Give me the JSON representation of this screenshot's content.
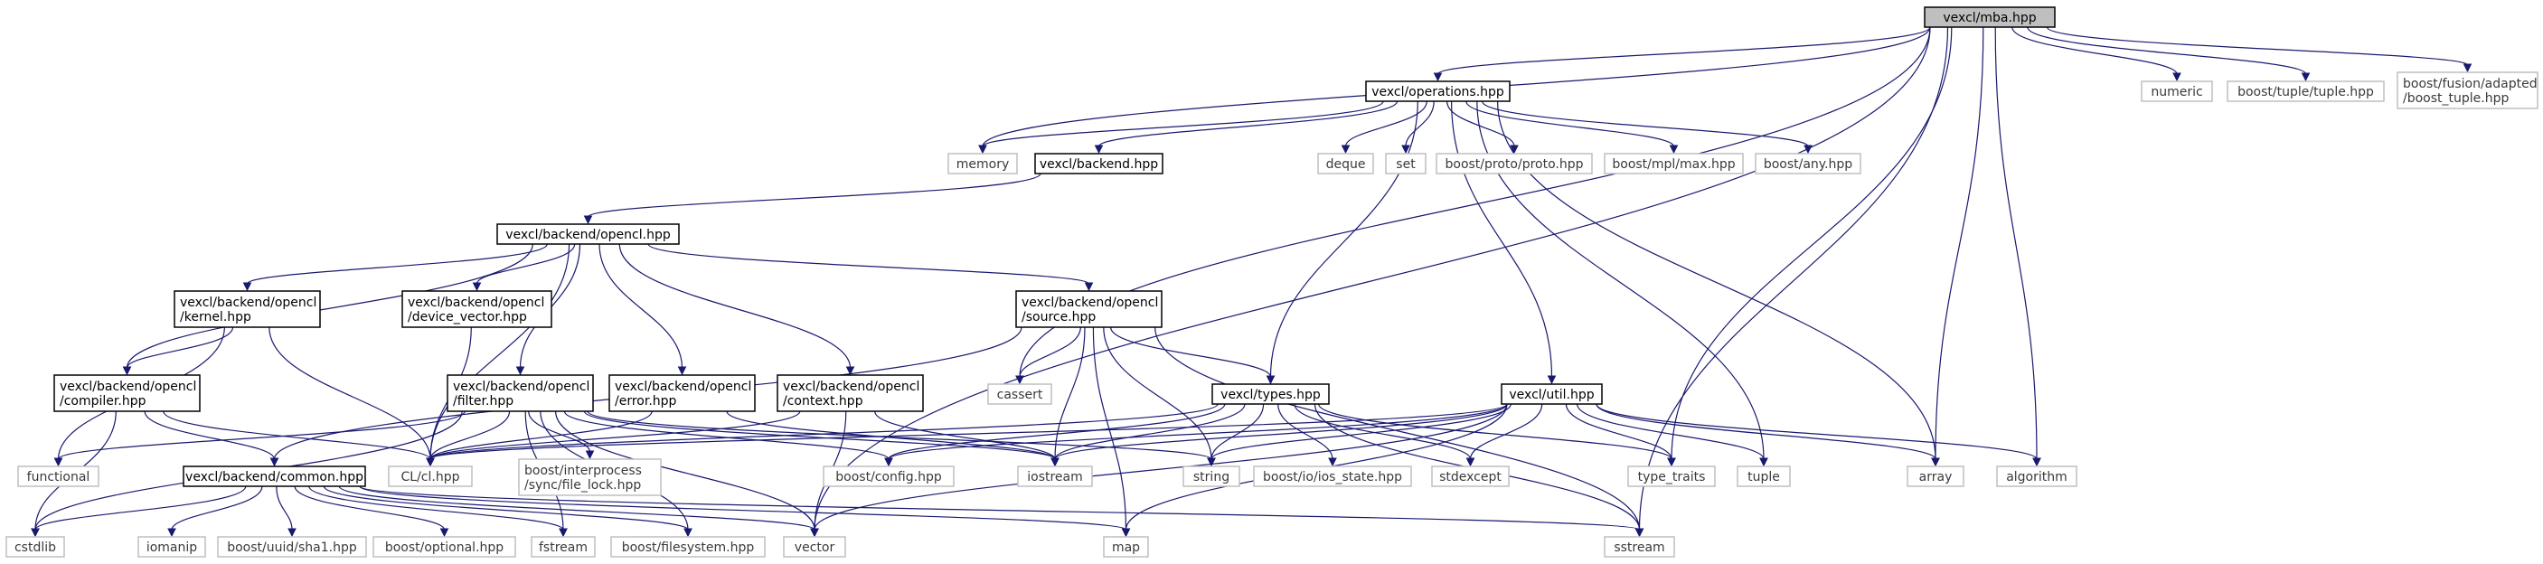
{
  "graph": {
    "nodes": [
      {
        "id": "mba",
        "lines": [
          "vexcl/mba.hpp"
        ],
        "style": "root"
      },
      {
        "id": "operations",
        "lines": [
          "vexcl/operations.hpp"
        ],
        "style": "dark"
      },
      {
        "id": "numeric",
        "lines": [
          "numeric"
        ],
        "style": "light"
      },
      {
        "id": "tuple_hpp",
        "lines": [
          "boost/tuple/tuple.hpp"
        ],
        "style": "light"
      },
      {
        "id": "fusion_tuple",
        "lines": [
          "boost/fusion/adapted",
          "/boost_tuple.hpp"
        ],
        "style": "light"
      },
      {
        "id": "memory",
        "lines": [
          "memory"
        ],
        "style": "light"
      },
      {
        "id": "backend",
        "lines": [
          "vexcl/backend.hpp"
        ],
        "style": "dark"
      },
      {
        "id": "deque",
        "lines": [
          "deque"
        ],
        "style": "light"
      },
      {
        "id": "set",
        "lines": [
          "set"
        ],
        "style": "light"
      },
      {
        "id": "proto",
        "lines": [
          "boost/proto/proto.hpp"
        ],
        "style": "light"
      },
      {
        "id": "mpl_max",
        "lines": [
          "boost/mpl/max.hpp"
        ],
        "style": "light"
      },
      {
        "id": "any",
        "lines": [
          "boost/any.hpp"
        ],
        "style": "light"
      },
      {
        "id": "opencl",
        "lines": [
          "vexcl/backend/opencl.hpp"
        ],
        "style": "dark"
      },
      {
        "id": "kernel",
        "lines": [
          "vexcl/backend/opencl",
          "/kernel.hpp"
        ],
        "style": "dark"
      },
      {
        "id": "device_vector",
        "lines": [
          "vexcl/backend/opencl",
          "/device_vector.hpp"
        ],
        "style": "dark"
      },
      {
        "id": "source",
        "lines": [
          "vexcl/backend/opencl",
          "/source.hpp"
        ],
        "style": "dark"
      },
      {
        "id": "compiler",
        "lines": [
          "vexcl/backend/opencl",
          "/compiler.hpp"
        ],
        "style": "dark"
      },
      {
        "id": "filter",
        "lines": [
          "vexcl/backend/opencl",
          "/filter.hpp"
        ],
        "style": "dark"
      },
      {
        "id": "error",
        "lines": [
          "vexcl/backend/opencl",
          "/error.hpp"
        ],
        "style": "dark"
      },
      {
        "id": "context",
        "lines": [
          "vexcl/backend/opencl",
          "/context.hpp"
        ],
        "style": "dark"
      },
      {
        "id": "cassert",
        "lines": [
          "cassert"
        ],
        "style": "light"
      },
      {
        "id": "types",
        "lines": [
          "vexcl/types.hpp"
        ],
        "style": "dark"
      },
      {
        "id": "util",
        "lines": [
          "vexcl/util.hpp"
        ],
        "style": "dark"
      },
      {
        "id": "functional",
        "lines": [
          "functional"
        ],
        "style": "light"
      },
      {
        "id": "common",
        "lines": [
          "vexcl/backend/common.hpp"
        ],
        "style": "dark"
      },
      {
        "id": "cl_hpp",
        "lines": [
          "CL/cl.hpp"
        ],
        "style": "light"
      },
      {
        "id": "interprocess",
        "lines": [
          "boost/interprocess",
          "/sync/file_lock.hpp"
        ],
        "style": "light"
      },
      {
        "id": "config",
        "lines": [
          "boost/config.hpp"
        ],
        "style": "light"
      },
      {
        "id": "iostream",
        "lines": [
          "iostream"
        ],
        "style": "light"
      },
      {
        "id": "string",
        "lines": [
          "string"
        ],
        "style": "light"
      },
      {
        "id": "ios_state",
        "lines": [
          "boost/io/ios_state.hpp"
        ],
        "style": "light"
      },
      {
        "id": "stdexcept",
        "lines": [
          "stdexcept"
        ],
        "style": "light"
      },
      {
        "id": "type_traits",
        "lines": [
          "type_traits"
        ],
        "style": "light"
      },
      {
        "id": "tuple",
        "lines": [
          "tuple"
        ],
        "style": "light"
      },
      {
        "id": "array",
        "lines": [
          "array"
        ],
        "style": "light"
      },
      {
        "id": "algorithm",
        "lines": [
          "algorithm"
        ],
        "style": "light"
      },
      {
        "id": "cstdlib",
        "lines": [
          "cstdlib"
        ],
        "style": "light"
      },
      {
        "id": "iomanip",
        "lines": [
          "iomanip"
        ],
        "style": "light"
      },
      {
        "id": "sha1",
        "lines": [
          "boost/uuid/sha1.hpp"
        ],
        "style": "light"
      },
      {
        "id": "optional",
        "lines": [
          "boost/optional.hpp"
        ],
        "style": "light"
      },
      {
        "id": "fstream",
        "lines": [
          "fstream"
        ],
        "style": "light"
      },
      {
        "id": "filesystem",
        "lines": [
          "boost/filesystem.hpp"
        ],
        "style": "light"
      },
      {
        "id": "vector",
        "lines": [
          "vector"
        ],
        "style": "light"
      },
      {
        "id": "map",
        "lines": [
          "map"
        ],
        "style": "light"
      },
      {
        "id": "sstream",
        "lines": [
          "sstream"
        ],
        "style": "light"
      }
    ],
    "edges": [
      {
        "from": "mba",
        "to": "operations"
      },
      {
        "from": "mba",
        "to": "numeric"
      },
      {
        "from": "mba",
        "to": "tuple_hpp"
      },
      {
        "from": "mba",
        "to": "fusion_tuple"
      },
      {
        "from": "mba",
        "to": "memory"
      },
      {
        "from": "mba",
        "to": "cassert"
      },
      {
        "from": "mba",
        "to": "vector"
      },
      {
        "from": "mba",
        "to": "type_traits"
      },
      {
        "from": "mba",
        "to": "array"
      },
      {
        "from": "mba",
        "to": "algorithm"
      },
      {
        "from": "mba",
        "to": "sstream"
      },
      {
        "from": "operations",
        "to": "memory"
      },
      {
        "from": "operations",
        "to": "backend"
      },
      {
        "from": "operations",
        "to": "deque"
      },
      {
        "from": "operations",
        "to": "set"
      },
      {
        "from": "operations",
        "to": "proto"
      },
      {
        "from": "operations",
        "to": "mpl_max"
      },
      {
        "from": "operations",
        "to": "any"
      },
      {
        "from": "operations",
        "to": "types"
      },
      {
        "from": "operations",
        "to": "util"
      },
      {
        "from": "operations",
        "to": "tuple"
      },
      {
        "from": "operations",
        "to": "array"
      },
      {
        "from": "backend",
        "to": "opencl"
      },
      {
        "from": "opencl",
        "to": "kernel"
      },
      {
        "from": "opencl",
        "to": "device_vector"
      },
      {
        "from": "opencl",
        "to": "source"
      },
      {
        "from": "opencl",
        "to": "compiler"
      },
      {
        "from": "opencl",
        "to": "filter"
      },
      {
        "from": "opencl",
        "to": "error"
      },
      {
        "from": "opencl",
        "to": "context"
      },
      {
        "from": "opencl",
        "to": "cl_hpp"
      },
      {
        "from": "kernel",
        "to": "compiler"
      },
      {
        "from": "kernel",
        "to": "functional"
      },
      {
        "from": "kernel",
        "to": "cl_hpp"
      },
      {
        "from": "device_vector",
        "to": "cl_hpp"
      },
      {
        "from": "source",
        "to": "common"
      },
      {
        "from": "source",
        "to": "cassert"
      },
      {
        "from": "source",
        "to": "types"
      },
      {
        "from": "source",
        "to": "iostream"
      },
      {
        "from": "source",
        "to": "string"
      },
      {
        "from": "source",
        "to": "map"
      },
      {
        "from": "source",
        "to": "sstream"
      },
      {
        "from": "compiler",
        "to": "common"
      },
      {
        "from": "compiler",
        "to": "cl_hpp"
      },
      {
        "from": "compiler",
        "to": "cstdlib"
      },
      {
        "from": "filter",
        "to": "functional"
      },
      {
        "from": "filter",
        "to": "cl_hpp"
      },
      {
        "from": "filter",
        "to": "interprocess"
      },
      {
        "from": "filter",
        "to": "config"
      },
      {
        "from": "filter",
        "to": "iostream"
      },
      {
        "from": "filter",
        "to": "string"
      },
      {
        "from": "filter",
        "to": "cstdlib"
      },
      {
        "from": "filter",
        "to": "fstream"
      },
      {
        "from": "filter",
        "to": "filesystem"
      },
      {
        "from": "filter",
        "to": "vector"
      },
      {
        "from": "error",
        "to": "cl_hpp"
      },
      {
        "from": "error",
        "to": "iostream"
      },
      {
        "from": "context",
        "to": "cl_hpp"
      },
      {
        "from": "context",
        "to": "iostream"
      },
      {
        "from": "context",
        "to": "vector"
      },
      {
        "from": "types",
        "to": "cl_hpp"
      },
      {
        "from": "types",
        "to": "config"
      },
      {
        "from": "types",
        "to": "iostream"
      },
      {
        "from": "types",
        "to": "string"
      },
      {
        "from": "types",
        "to": "ios_state"
      },
      {
        "from": "types",
        "to": "stdexcept"
      },
      {
        "from": "types",
        "to": "type_traits"
      },
      {
        "from": "types",
        "to": "sstream"
      },
      {
        "from": "util",
        "to": "cl_hpp"
      },
      {
        "from": "util",
        "to": "config"
      },
      {
        "from": "util",
        "to": "iostream"
      },
      {
        "from": "util",
        "to": "string"
      },
      {
        "from": "util",
        "to": "stdexcept"
      },
      {
        "from": "util",
        "to": "type_traits"
      },
      {
        "from": "util",
        "to": "tuple"
      },
      {
        "from": "util",
        "to": "array"
      },
      {
        "from": "util",
        "to": "algorithm"
      },
      {
        "from": "util",
        "to": "vector"
      },
      {
        "from": "util",
        "to": "map"
      },
      {
        "from": "common",
        "to": "cstdlib"
      },
      {
        "from": "common",
        "to": "iomanip"
      },
      {
        "from": "common",
        "to": "sha1"
      },
      {
        "from": "common",
        "to": "optional"
      },
      {
        "from": "common",
        "to": "fstream"
      },
      {
        "from": "common",
        "to": "filesystem"
      },
      {
        "from": "common",
        "to": "vector"
      },
      {
        "from": "common",
        "to": "map"
      },
      {
        "from": "common",
        "to": "sstream"
      }
    ]
  }
}
